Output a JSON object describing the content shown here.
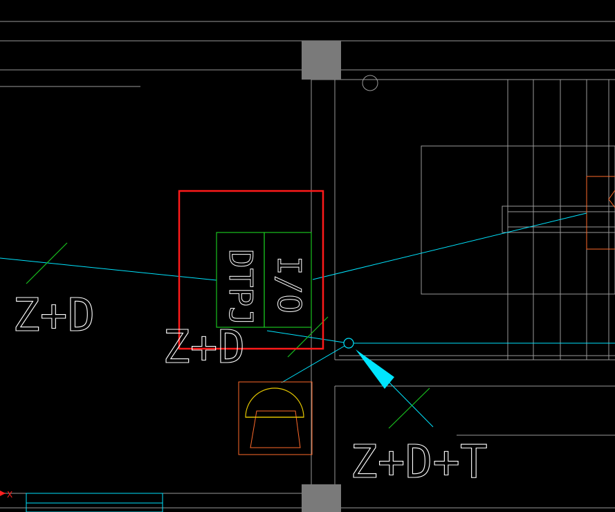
{
  "drawing": {
    "background": "#000000",
    "colors": {
      "wall": "#9a9a9a",
      "column": "#7a7a7a",
      "wire": "#00e5ff",
      "green": "#19c21f",
      "red": "#ff1a1a",
      "orange": "#ff6a2a",
      "yellow": "#e6c800",
      "text": "#ffffff",
      "ucs_x": "#ff2020"
    },
    "labels": {
      "dtpj": "DTPJ",
      "io": "I/O",
      "left_tag": "Z+D",
      "center_tag": "Z+D",
      "right_tag": "Z+D+T",
      "ucs_axis": "X"
    },
    "icons": {
      "selection": "red-selection-rectangle",
      "phone": "telephone-outlet-symbol",
      "pointer": "cyan-arrow-pointer",
      "junction": "junction-circle"
    }
  }
}
